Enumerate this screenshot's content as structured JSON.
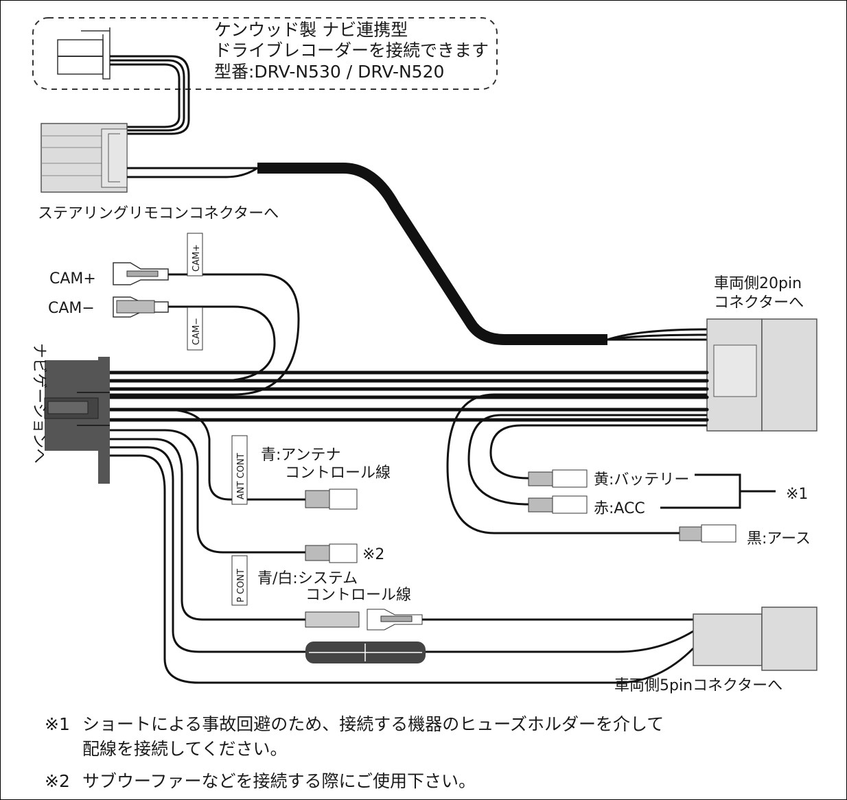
{
  "header": {
    "line1": "ケンウッド製 ナビ連携型",
    "line2": "ドライブレコーダーを接続できます",
    "line3": "型番:DRV-N530 / DRV-N520"
  },
  "labels": {
    "steering": "ステアリングリモコンコネクターへ",
    "vehicle20_line1": "車両側20pin",
    "vehicle20_line2": "コネクターへ",
    "navigation": "ナビゲーションへ",
    "cam_plus": "CAM+",
    "cam_minus": "CAM−",
    "cam_plus_tag": "CAM+",
    "cam_minus_tag": "CAM−",
    "ant_cont_tag": "ANT CONT",
    "ant_line1": "青:アンテナ",
    "ant_line2": "コントロール線",
    "p_cont_tag": "P CONT",
    "note2_mark": "※2",
    "sys_line1": "青/白:システム",
    "sys_line2": "コントロール線",
    "battery": "黄:バッテリー",
    "acc": "赤:ACC",
    "note1_mark": "※1",
    "ground": "黒:アース",
    "vehicle5": "車両側5pinコネクターへ"
  },
  "notes": [
    {
      "mark": "※1",
      "line1": "ショートによる事故回避のため、接続する機器のヒューズホルダーを介して",
      "line2": "配線を接続してください。"
    },
    {
      "mark": "※2",
      "line1": "サブウーファーなどを接続する際にご使用下さい。"
    }
  ],
  "colors": {
    "connector_light": "#dcdcdc",
    "connector_dark": "#555555",
    "wire": "#111111"
  }
}
